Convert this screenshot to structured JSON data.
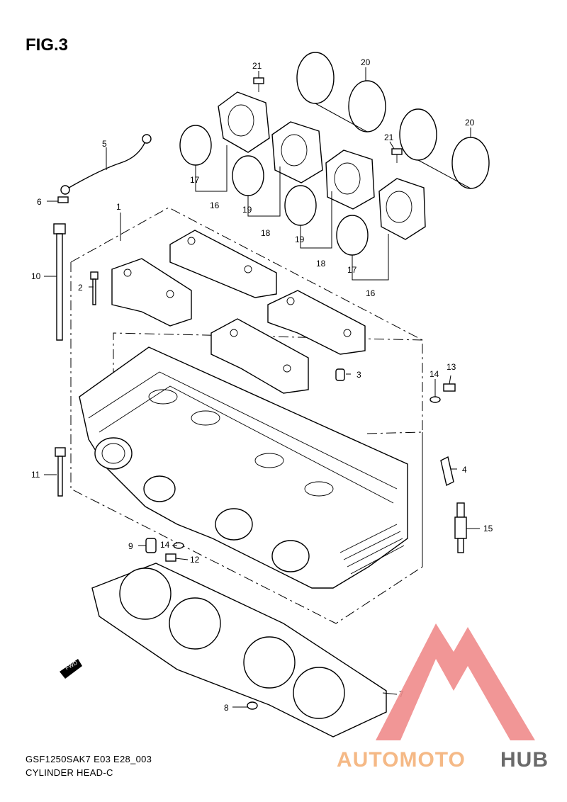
{
  "figure_label": "FIG.3",
  "caption": {
    "model_code": "GSF1250SAK7 E03 E28_003",
    "section_name": "CYLINDER HEAD-C"
  },
  "fwd_marker": "FWD",
  "watermark": {
    "part1": "AUTOMOTO",
    "part2": "HUB",
    "color_logo": "#f08b8b",
    "color_text1": "#f4b27a",
    "color_text2": "#5a5a5a"
  },
  "callouts": {
    "c1": "1",
    "c2": "2",
    "c3": "3",
    "c4": "4",
    "c5": "5",
    "c6": "6",
    "c7": "7",
    "c8": "8",
    "c9": "9",
    "c10": "10",
    "c11": "11",
    "c12": "12",
    "c13": "13",
    "c14a": "14",
    "c14b": "14",
    "c15": "15",
    "c16a": "16",
    "c16b": "16",
    "c17a": "17",
    "c17b": "17",
    "c18a": "18",
    "c18b": "18",
    "c19a": "19",
    "c19b": "19",
    "c20a": "20",
    "c20b": "20",
    "c21a": "21",
    "c21b": "21"
  }
}
